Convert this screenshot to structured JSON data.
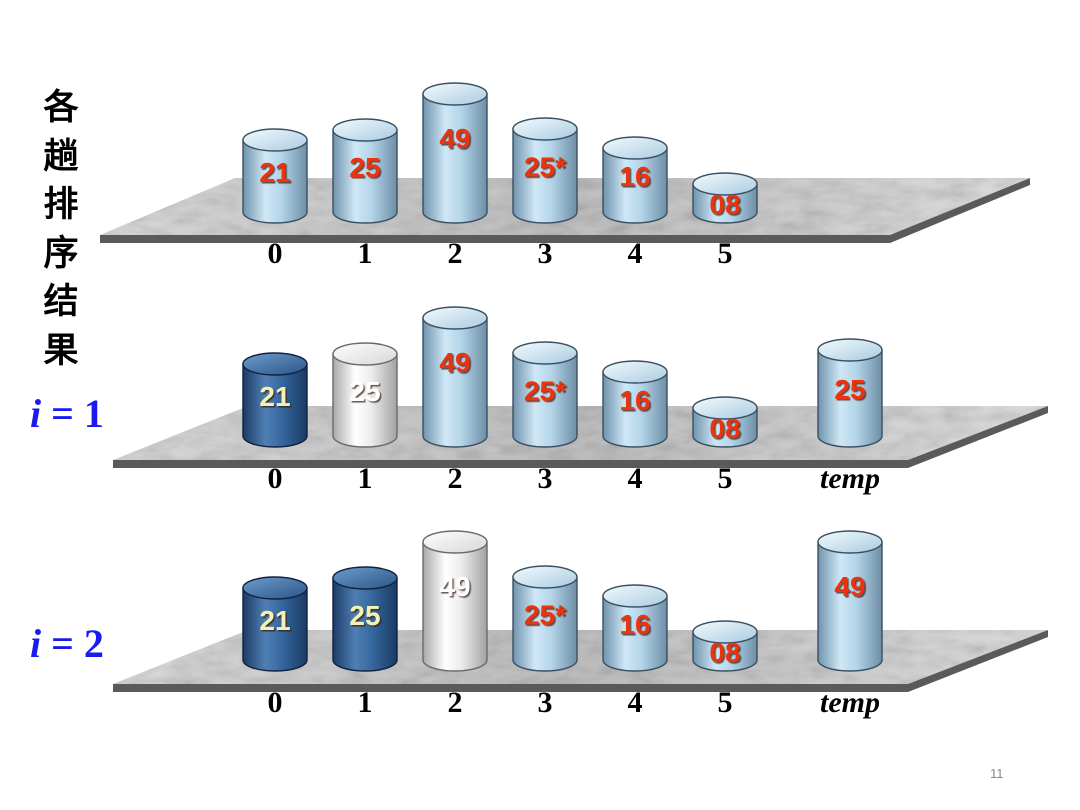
{
  "title_vertical": "各趟排序结果",
  "page_number": "11",
  "colors": {
    "cyl_light": "#b9dcee",
    "cyl_dark": "#2c5a8e",
    "cyl_white": "#f2f2f2",
    "value_red": "#ee3311",
    "value_yellow": "#f2f2b4",
    "value_white": "#ffffff",
    "row_label": "#1a1aee"
  },
  "rows": [
    {
      "label_var": "",
      "label_eq": "",
      "indices": [
        "0",
        "1",
        "2",
        "3",
        "4",
        "5"
      ],
      "cells": [
        {
          "value": "21",
          "style": "light"
        },
        {
          "value": "25",
          "style": "light"
        },
        {
          "value": "49",
          "style": "light"
        },
        {
          "value": "25*",
          "style": "light"
        },
        {
          "value": "16",
          "style": "light"
        },
        {
          "value": "08",
          "style": "light"
        }
      ],
      "temp": null
    },
    {
      "label_var": "i",
      "label_eq": " = 1",
      "indices": [
        "0",
        "1",
        "2",
        "3",
        "4",
        "5"
      ],
      "temp_label": "temp",
      "cells": [
        {
          "value": "21",
          "style": "dark"
        },
        {
          "value": "25",
          "style": "white"
        },
        {
          "value": "49",
          "style": "light"
        },
        {
          "value": "25*",
          "style": "light"
        },
        {
          "value": "16",
          "style": "light"
        },
        {
          "value": "08",
          "style": "light"
        }
      ],
      "temp": {
        "value": "25",
        "style": "light"
      }
    },
    {
      "label_var": "i",
      "label_eq": " = 2",
      "indices": [
        "0",
        "1",
        "2",
        "3",
        "4",
        "5"
      ],
      "temp_label": "temp",
      "cells": [
        {
          "value": "21",
          "style": "dark"
        },
        {
          "value": "25",
          "style": "dark"
        },
        {
          "value": "49",
          "style": "white"
        },
        {
          "value": "25*",
          "style": "light"
        },
        {
          "value": "16",
          "style": "light"
        },
        {
          "value": "08",
          "style": "light"
        }
      ],
      "temp": {
        "value": "49",
        "style": "light"
      }
    }
  ]
}
